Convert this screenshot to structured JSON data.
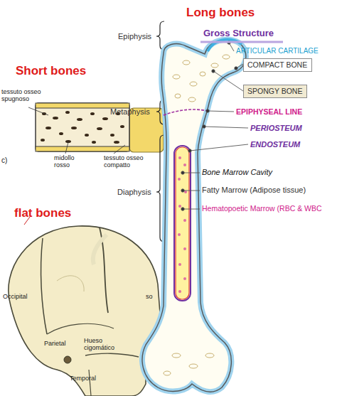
{
  "diagram": {
    "title": "Long bones",
    "nodes": [
      {
        "text": [
          "COMPACT BONE"
        ]
      },
      {
        "text": [
          "SPONGY BONE"
        ]
      }
    ],
    "labels": [
      "Gross Structure",
      "Short bones",
      "Epiphysis",
      "Metaphysis",
      "Diaphysis",
      "ARTICULAR CARTILAGE",
      "EPIPHYSEAL LINE",
      "PERIOSTEUM",
      "ENDOSTEUM",
      "Bone Marrow Cavity",
      "Fatty Marrow (Adipose tissue)",
      "Hematopoetic Marrow (RBC & WBC",
      "tessuto osseo spugnoso",
      "midollo rosso",
      "tessuto osseo compatto",
      "c)",
      "flat bones",
      "Occipital",
      "Parietal",
      "Hueso cigomático",
      "Temporal",
      "so"
    ]
  }
}
